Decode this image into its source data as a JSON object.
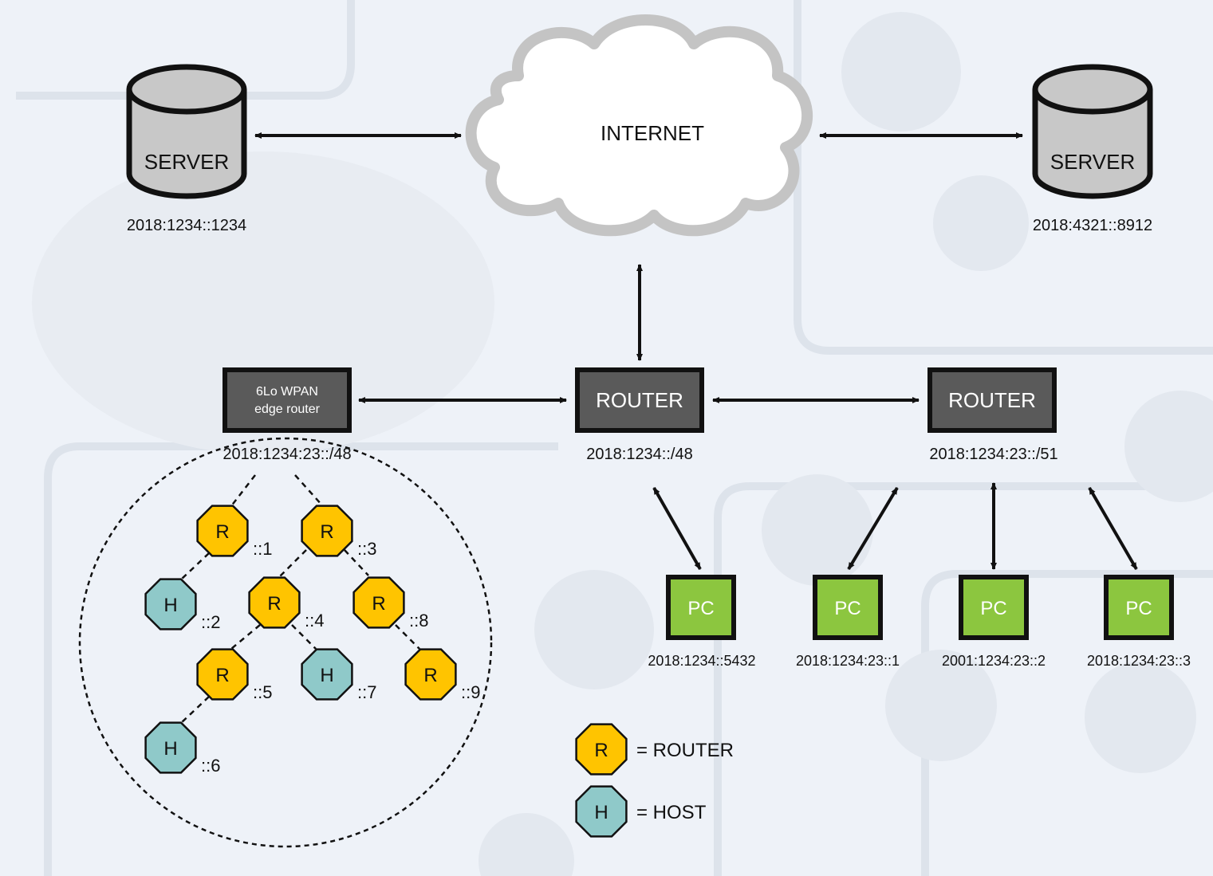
{
  "colors": {
    "background": "#eef2f8",
    "watermark": "#e2e7ee",
    "server_fill": "#c8c8c8",
    "router_box": "#5a5a5a",
    "pc_fill": "#8cc63f",
    "router_node": "#ffc400",
    "host_node": "#8fc9c9",
    "cloud_fill": "#ffffff",
    "cloud_stroke": "#c4c4c4",
    "line": "#111111"
  },
  "internet": {
    "label": "INTERNET"
  },
  "servers": [
    {
      "label": "SERVER",
      "address": "2018:1234::1234"
    },
    {
      "label": "SERVER",
      "address": "2018:4321::8912"
    }
  ],
  "edge_router": {
    "line1": "6Lo WPAN",
    "line2": "edge router",
    "address": "2018:1234:23::/48"
  },
  "routers": [
    {
      "label": "ROUTER",
      "address": "2018:1234::/48"
    },
    {
      "label": "ROUTER",
      "address": "2018:1234:23::/51"
    }
  ],
  "pcs": [
    {
      "label": "PC",
      "address": "2018:1234::5432"
    },
    {
      "label": "PC",
      "address": "2018:1234:23::1"
    },
    {
      "label": "PC",
      "address": "2001:1234:23::2"
    },
    {
      "label": "PC",
      "address": "2018:1234:23::3"
    }
  ],
  "wpan_nodes": [
    {
      "letter": "R",
      "suffix": "::1"
    },
    {
      "letter": "R",
      "suffix": "::3"
    },
    {
      "letter": "H",
      "suffix": "::2"
    },
    {
      "letter": "R",
      "suffix": "::4"
    },
    {
      "letter": "R",
      "suffix": "::8"
    },
    {
      "letter": "R",
      "suffix": "::5"
    },
    {
      "letter": "H",
      "suffix": "::7"
    },
    {
      "letter": "R",
      "suffix": "::9"
    },
    {
      "letter": "H",
      "suffix": "::6"
    }
  ],
  "legend": [
    {
      "letter": "R",
      "text": "= ROUTER"
    },
    {
      "letter": "H",
      "text": "= HOST"
    }
  ]
}
